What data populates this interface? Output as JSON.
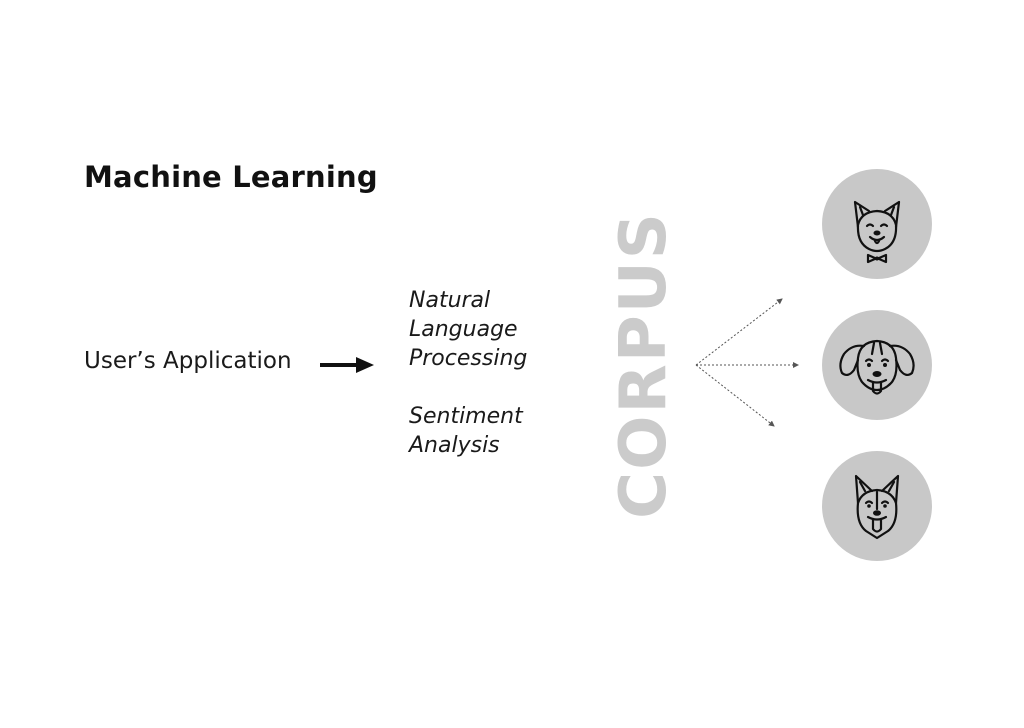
{
  "diagram": {
    "title": "Machine Learning",
    "input_label": "User’s Application",
    "techniques": [
      "Natural Language Processing",
      "Sentiment Analysis"
    ],
    "corpus_label": "CORPUS",
    "outputs": [
      {
        "icon": "chihuahua-dog-icon"
      },
      {
        "icon": "floppy-ear-dog-icon"
      },
      {
        "icon": "corgi-dog-icon"
      }
    ]
  },
  "colors": {
    "text": "#111111",
    "corpus": "#cbcbcb",
    "circle": "#c8c8c8",
    "connector": "#555555"
  }
}
